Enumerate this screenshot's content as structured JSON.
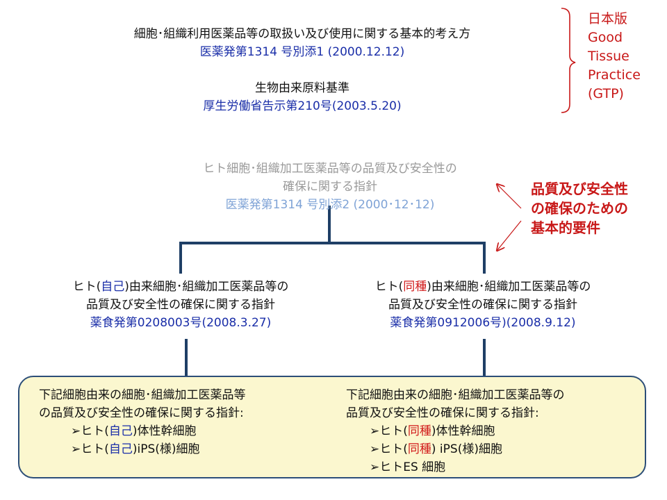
{
  "gtp_group": {
    "doc1_title": "細胞･組織利用医薬品等の取扱い及び使用に関する基本的考え方",
    "doc1_ref": "医薬発第1314 号別添1 (2000.12.12)",
    "doc2_title": "生物由来原料基準",
    "doc2_ref": "厚生労働省告示第210号(2003.5.20)",
    "label_lines": [
      "日本版",
      "Good",
      "Tissue",
      "Practice",
      "(GTP)"
    ]
  },
  "central": {
    "line1": "ヒト細胞･組織加工医薬品等の品質及び安全性の",
    "line2": "確保に関する指針",
    "ref": "医薬発第1314 号別添2 (2000･12･12)"
  },
  "requirement_label": [
    "品質及び安全性",
    "の確保のための",
    "基本的要件"
  ],
  "autologous": {
    "pre": "ヒト(",
    "highlight": "自己",
    "post": ")由来細胞･組織加工医薬品等の",
    "line2": "品質及び安全性の確保に関する指針",
    "ref": "薬食発第0208003号(2008.3.27)"
  },
  "allogeneic": {
    "pre": "ヒト(",
    "highlight": "同種",
    "post": ")由来細胞･組織加工医薬品等の",
    "line2": "品質及び安全性の確保に関する指針",
    "ref": "薬食発第0912006号)(2008.9.12)"
  },
  "bottom_left": {
    "line1": "下記細胞由来の細胞･組織加工医薬品等",
    "line2": "の品質及び安全性の確保に関する指針:",
    "items": [
      {
        "pre": "ヒト(",
        "hl": "自己",
        "post": ")体性幹細胞"
      },
      {
        "pre": "ヒト(",
        "hl": "自己",
        "post": ")iPS(様)細胞"
      }
    ]
  },
  "bottom_right": {
    "line1": "下記細胞由来の細胞･組織加工医薬品等の",
    "line2": "品質及び安全性の確保に関する指針:",
    "items": [
      {
        "pre": "ヒト(",
        "hl": "同種",
        "post": ")体性幹細胞"
      },
      {
        "pre": "ヒト(",
        "hl": "同種",
        "post": ") iPS(様)細胞"
      },
      {
        "pre": "ヒトES 細胞",
        "hl": "",
        "post": ""
      }
    ]
  },
  "colors": {
    "ref_blue": "#1a2ea8",
    "highlight_red": "#d11a1a",
    "connector": "#1f3f66",
    "box_fill": "#fbf7cf"
  }
}
